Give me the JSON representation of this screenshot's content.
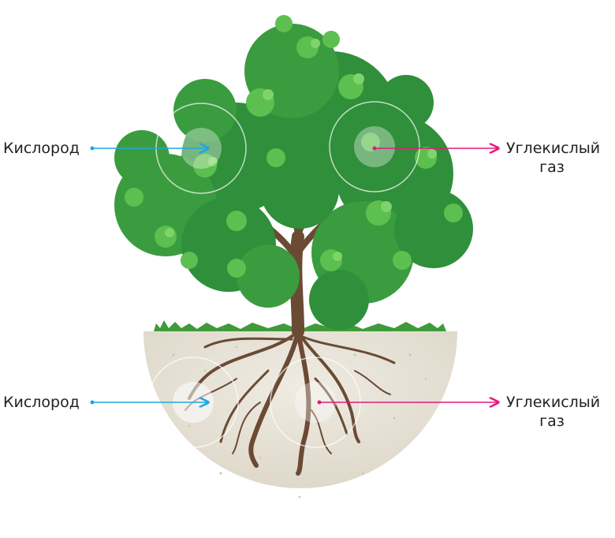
{
  "labels": {
    "top_left": "Кислород",
    "top_right_line1": "Углекислый",
    "top_right_line2": "газ",
    "bottom_left": "Кислород",
    "bottom_right_line1": "Углекислый",
    "bottom_right_line2": "газ"
  },
  "colors": {
    "oxygen_arrow": "#1ea7e1",
    "co2_arrow": "#e6197d",
    "leaf_dark": "#2f8f3a",
    "leaf_light": "#5cbf4f",
    "trunk": "#6b4a34",
    "soil": "#e7e2d6",
    "grass": "#3f9a3a"
  }
}
